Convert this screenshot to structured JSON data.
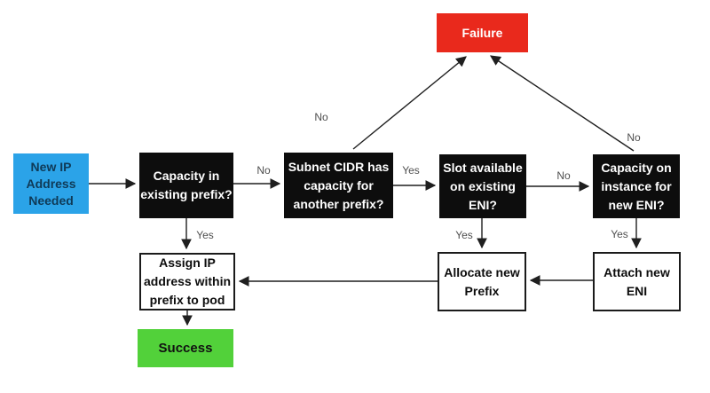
{
  "colors": {
    "start_fill": "#2ba3e8",
    "decision_fill": "#0d0d0d",
    "failure_fill": "#e9291c",
    "success_fill": "#52d13a",
    "process_fill": "#ffffff"
  },
  "nodes": {
    "start": {
      "label": "New IP\nAddress\nNeeded"
    },
    "capacity_existing_prefix": {
      "label": "Capacity in\nexisting prefix?"
    },
    "subnet_cidr_capacity": {
      "label": "Subnet CIDR has\ncapacity for\nanother prefix?"
    },
    "slot_available_eni": {
      "label": "Slot available\non existing\nENI?"
    },
    "capacity_instance_eni": {
      "label": "Capacity on\ninstance for\nnew ENI?"
    },
    "failure": {
      "label": "Failure"
    },
    "assign_ip": {
      "label": "Assign IP\naddress within\nprefix to pod"
    },
    "allocate_prefix": {
      "label": "Allocate new\nPrefix"
    },
    "attach_eni": {
      "label": "Attach new\nENI"
    },
    "success": {
      "label": "Success"
    }
  },
  "edge_labels": {
    "capacity_prefix_no": "No",
    "capacity_prefix_yes": "Yes",
    "subnet_cidr_no": "No",
    "subnet_cidr_yes": "Yes",
    "slot_eni_no": "No",
    "slot_eni_yes": "Yes",
    "capacity_instance_no": "No",
    "capacity_instance_yes": "Yes"
  }
}
